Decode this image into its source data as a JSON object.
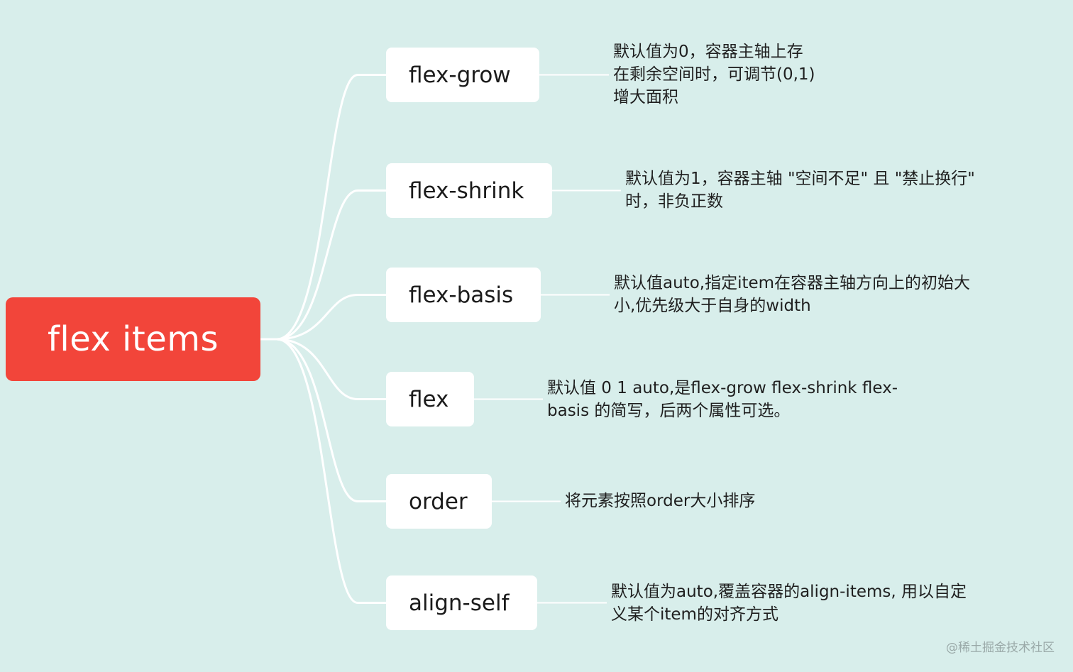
{
  "root": {
    "label": "flex items"
  },
  "branches": [
    {
      "key": "flex-grow",
      "label": "flex-grow",
      "desc": "默认值为0，容器主轴上存\n在剩余空间时，可调节(0,1)\n增大面积"
    },
    {
      "key": "flex-shrink",
      "label": "flex-shrink",
      "desc": "默认值为1，容器主轴 \"空间不足\" 且 \"禁止换行\"\n时，非负正数"
    },
    {
      "key": "flex-basis",
      "label": "flex-basis",
      "desc": "默认值auto,指定item在容器主轴方向上的初始大\n小,优先级大于自身的width"
    },
    {
      "key": "flex",
      "label": "flex",
      "desc": "默认值 0 1 auto,是flex-grow flex-shrink flex-\nbasis 的简写，后两个属性可选。"
    },
    {
      "key": "order",
      "label": "order",
      "desc": "将元素按照order大小排序"
    },
    {
      "key": "align-self",
      "label": "align-self",
      "desc": "默认值为auto,覆盖容器的align-items, 用以自定\n义某个item的对齐方式"
    }
  ],
  "watermark": "@稀土掘金技术社区",
  "colors": {
    "background": "#d8eeeb",
    "root": "#f2453a",
    "node": "#ffffff",
    "connector": "#ffffff"
  }
}
